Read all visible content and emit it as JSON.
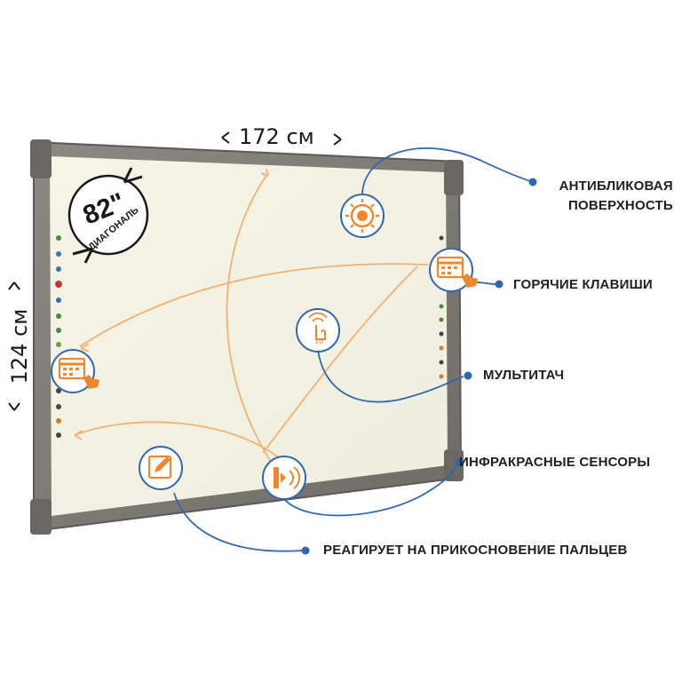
{
  "dimensions": {
    "width_label": "172 см",
    "height_label": "124 см",
    "diagonal_value": "82\"",
    "diagonal_caption": "ДИАГОНАЛЬ"
  },
  "features": {
    "anti_glare": "АНТИБЛИКОВАЯ ПОВЕРХНОСТЬ",
    "anti_glare_line1": "АНТИБЛИКОВАЯ",
    "anti_glare_line2": "ПОВЕРХНОСТЬ",
    "hot_keys": "ГОРЯЧИЕ КЛАВИШИ",
    "multitouch": "МУЛЬТИТАЧ",
    "ir_sensors": "ИНФРАКРАСНЫЕ СЕНСОРЫ",
    "finger_touch": "РЕАГИРУЕТ НА ПРИКОСНОВЕНИЕ ПАЛЬЦЕВ"
  },
  "icons": {
    "anti_glare": "sun-icon",
    "hot_keys": "keyboard-hand-icon",
    "multitouch": "multitouch-hand-icon",
    "ir_sensors": "infrared-sensor-icon",
    "pen": "pen-edit-icon",
    "left_hot_keys": "keyboard-hand-icon"
  },
  "multitouch_count": "10",
  "colors": {
    "accent_orange": "#f0862a",
    "connector_blue": "#2e67b1",
    "frame_gray": "#7e7a76",
    "surface": "#f3f1e2"
  }
}
